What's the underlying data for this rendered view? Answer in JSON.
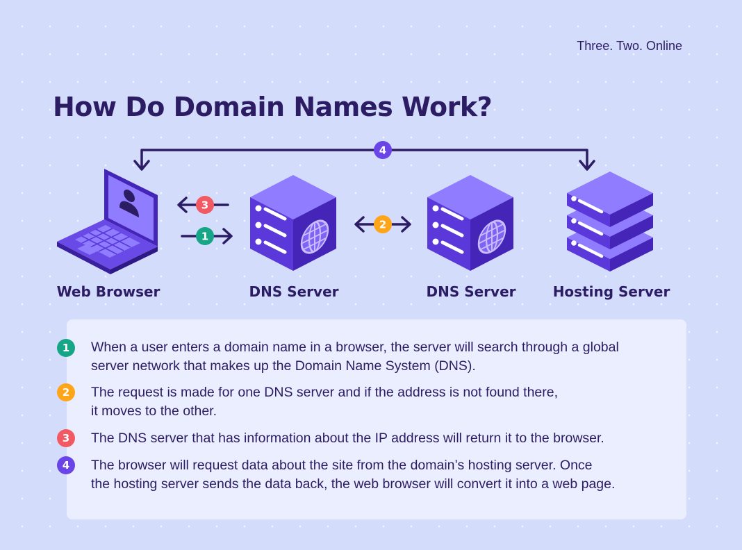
{
  "brand": "Three. Two. Online",
  "title": "How Do Domain Names Work?",
  "colors": {
    "background": "#d4dcfc",
    "ink": "#2b1c63",
    "server_purple": "#5a38d9",
    "step1": "#16a587",
    "step2": "#ffa51a",
    "step3": "#f25a63",
    "step4": "#6a44e6"
  },
  "nodes": [
    {
      "label": "Web Browser",
      "icon": "laptop-icon"
    },
    {
      "label": "DNS Server",
      "icon": "dns-server-icon"
    },
    {
      "label": "DNS Server",
      "icon": "dns-server-icon"
    },
    {
      "label": "Hosting Server",
      "icon": "hosting-server-stack-icon"
    }
  ],
  "arrows": [
    {
      "num": "1",
      "direction": "right",
      "from": "Web Browser",
      "to": "DNS Server"
    },
    {
      "num": "2",
      "direction": "both",
      "from": "DNS Server",
      "to": "DNS Server"
    },
    {
      "num": "3",
      "direction": "left",
      "from": "DNS Server",
      "to": "Web Browser"
    },
    {
      "num": "4",
      "direction": "both",
      "from": "Web Browser",
      "to": "Hosting Server"
    }
  ],
  "steps": [
    {
      "num": "1",
      "text": "When a user enters a domain name in a browser, the server will search through a global\nserver network that makes up the Domain Name System (DNS)."
    },
    {
      "num": "2",
      "text": "The request is made for one DNS server and if the address is not found there,\nit moves to the other."
    },
    {
      "num": "3",
      "text": "The DNS server that has information about the IP address will return it to the browser."
    },
    {
      "num": "4",
      "text": "The browser will request data about the site from the domain’s hosting server. Once\nthe hosting server sends the data back, the web browser will convert it into a web page."
    }
  ]
}
